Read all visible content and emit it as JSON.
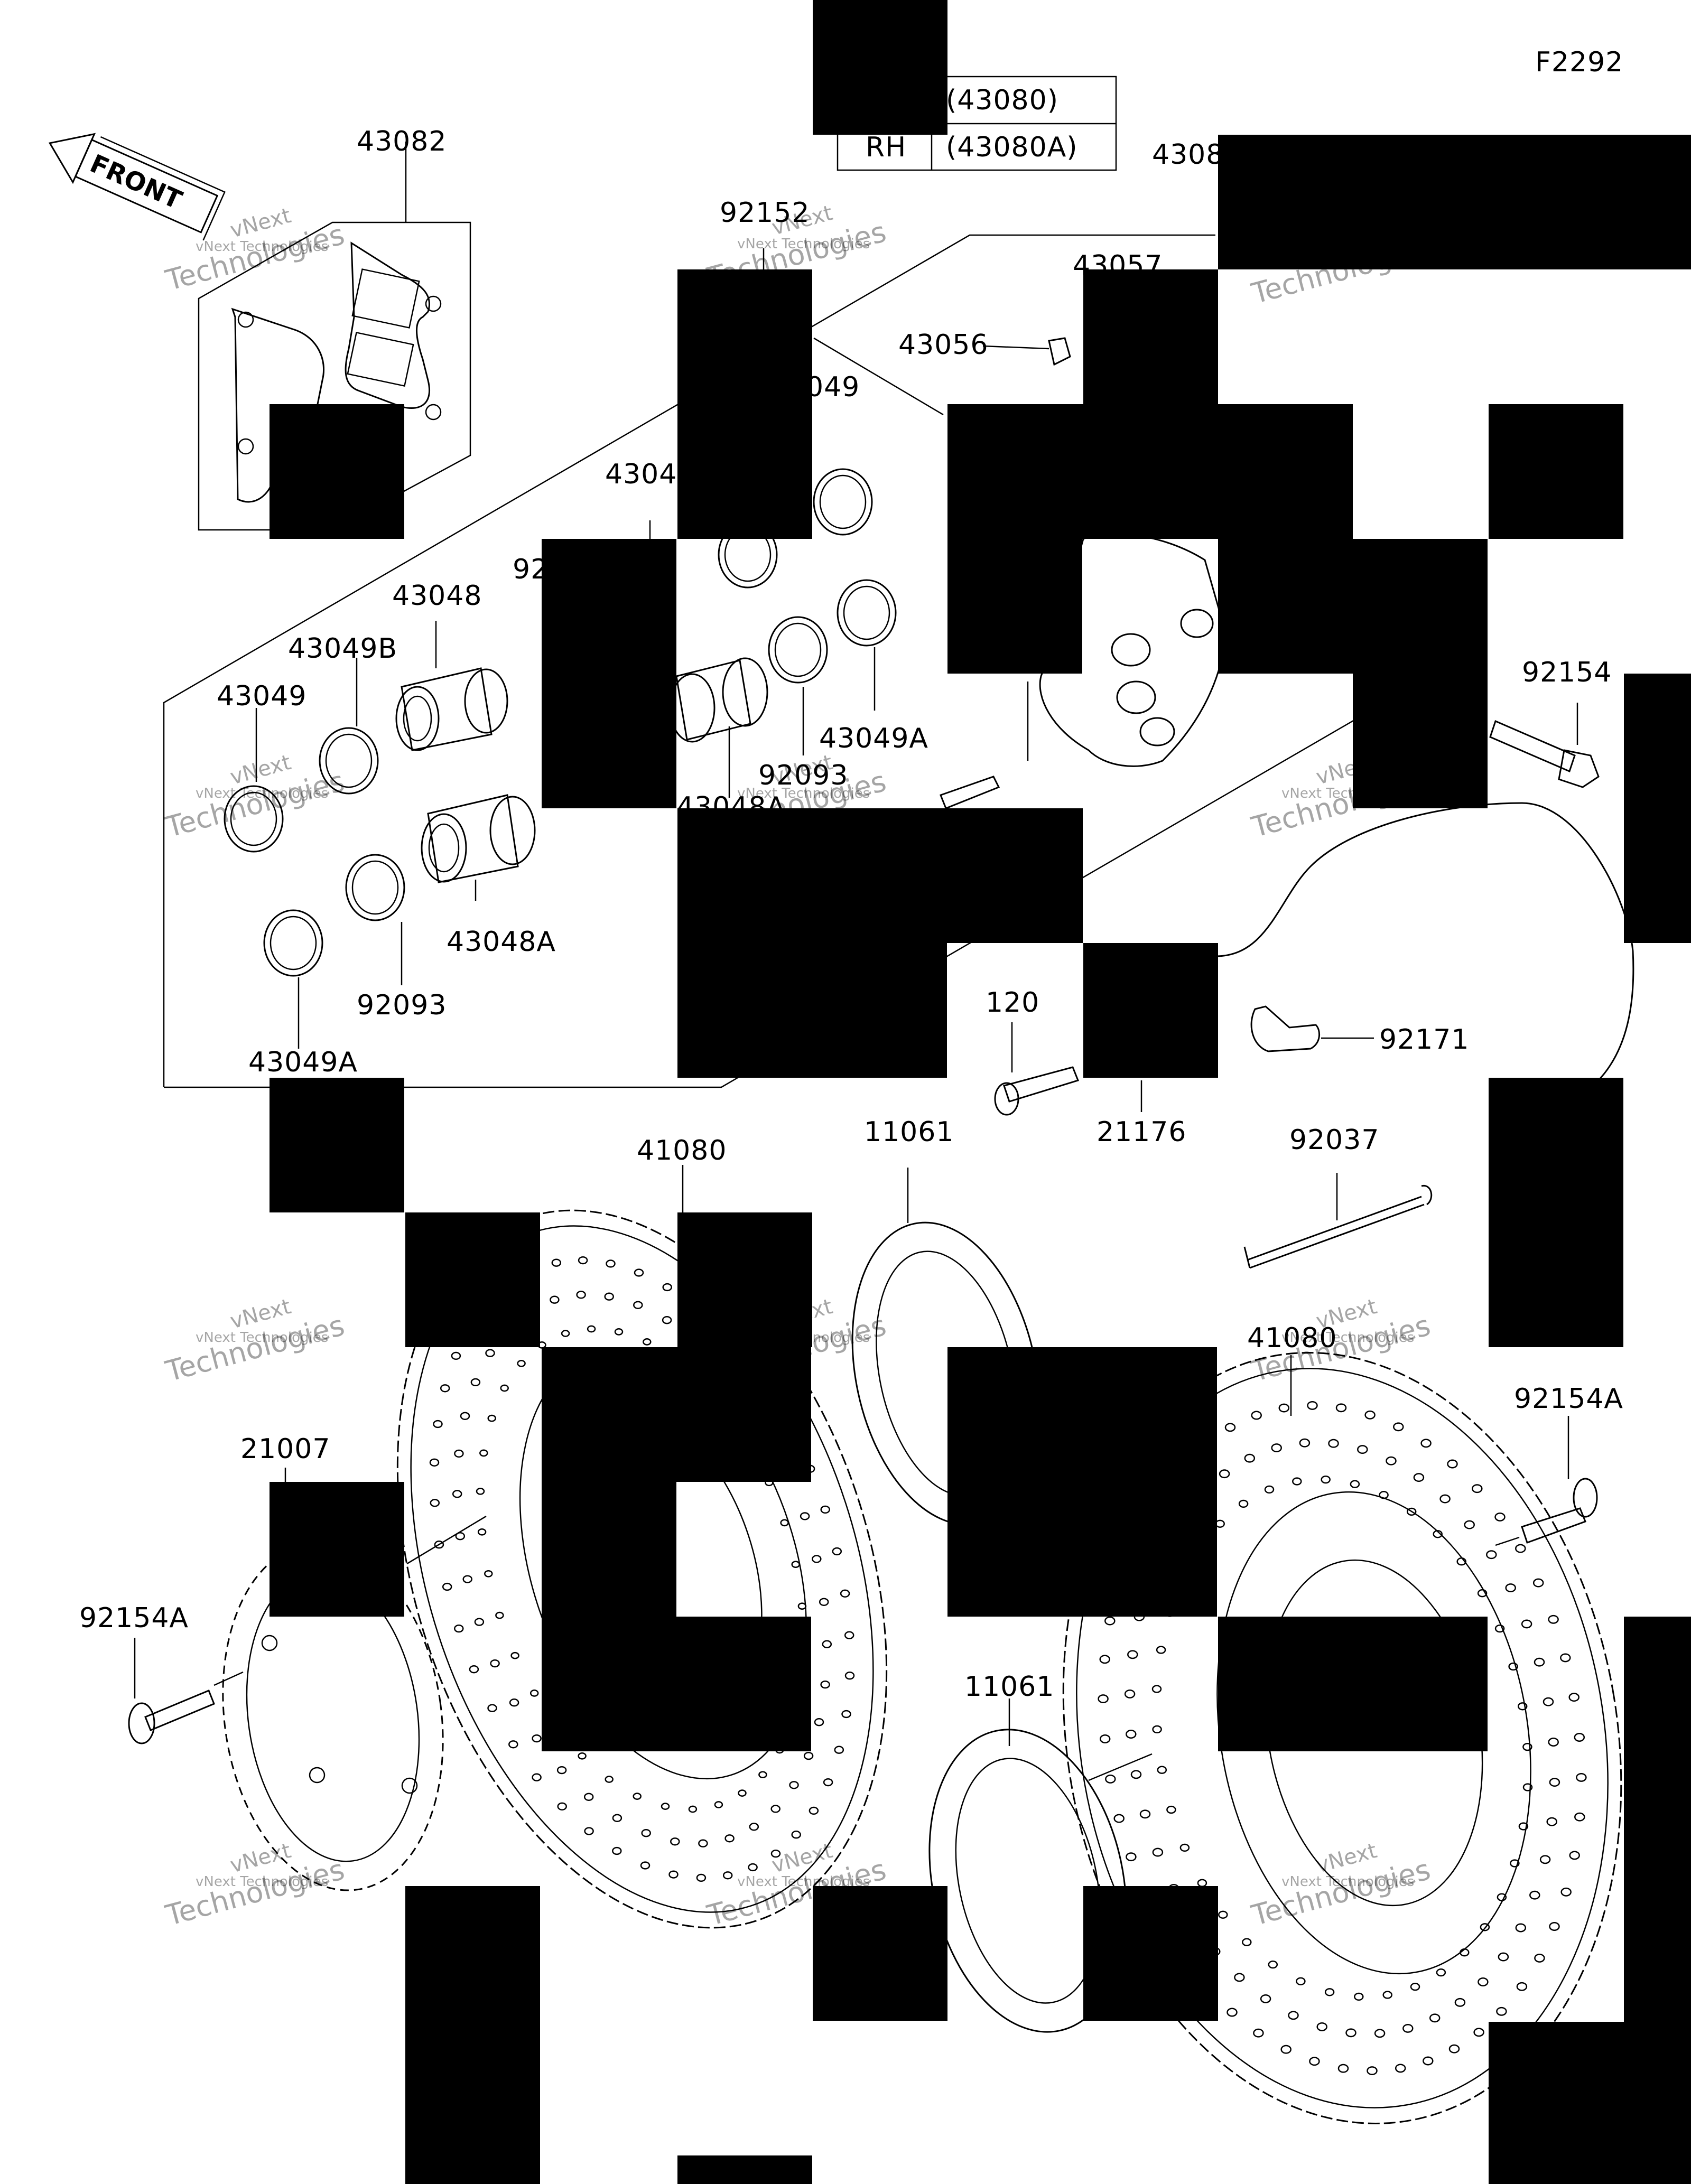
{
  "figure_code": "F2292",
  "direction_label": "FRONT",
  "watermark": [
    "vNext Technologies",
    "vNext",
    "Technologies"
  ],
  "caliper_table": {
    "rows": [
      {
        "side": "",
        "part": "(43080)"
      },
      {
        "side": "RH",
        "part": "(43080A)"
      }
    ]
  },
  "labels": {
    "p43082": "43082",
    "p92152": "92152",
    "p4308_top": "4308",
    "p43057": "43057",
    "p43056": "43056",
    "p049": "049",
    "p4304": "4304",
    "p92_partial": "92",
    "p43048": "43048",
    "p43049B": "43049B",
    "p43049_left": "43049",
    "p43049A_right": "43049A",
    "p92093_center": "92093",
    "p43048A_center": "43048A",
    "p43048A_left": "43048A",
    "p92093_left": "92093",
    "p43049A_left": "43049A",
    "p92154": "92154",
    "p120": "120",
    "p21176": "21176",
    "p92171": "92171",
    "p92037": "92037",
    "p41080_top": "41080",
    "p11061_top": "11061",
    "p41080_right": "41080",
    "p92154A_right": "92154A",
    "p21007": "21007",
    "p92154A_left": "92154A",
    "p11061_bottom": "11061"
  },
  "redaction_color": "#000000"
}
